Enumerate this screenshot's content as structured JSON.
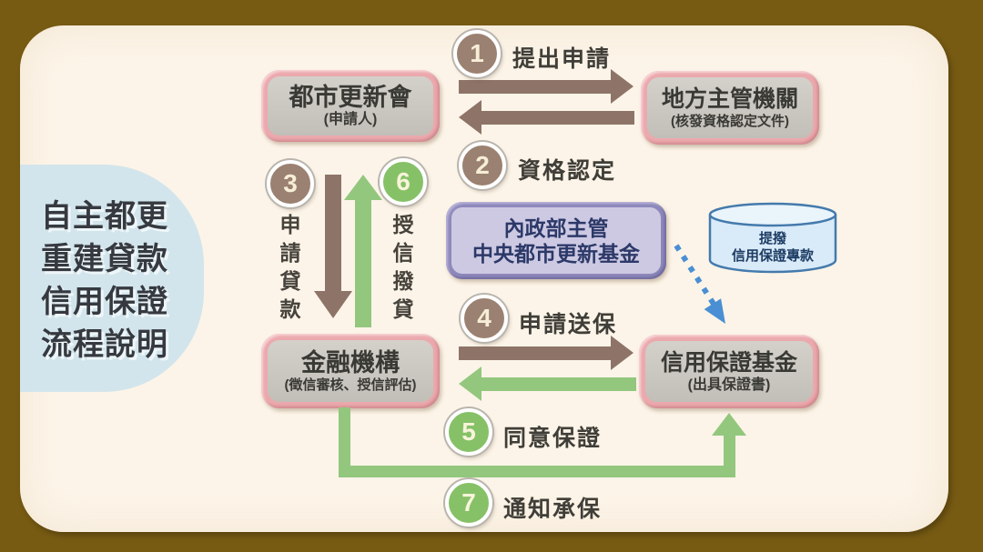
{
  "title": {
    "lines": [
      "自主都更",
      "重建貸款",
      "信用保證",
      "流程說明"
    ]
  },
  "nodes": {
    "urban_renewal_association": {
      "title": "都市更新會",
      "subtitle": "(申請人)"
    },
    "local_authority": {
      "title": "地方主管機關",
      "subtitle": "(核發資格認定文件)"
    },
    "central_urban_renewal_fund": {
      "line1": "內政部主管",
      "line2": "中央都市更新基金"
    },
    "credit_guarantee_reserve": {
      "line1": "提撥",
      "line2": "信用保證專款"
    },
    "financial_institution": {
      "title": "金融機構",
      "subtitle": "(徵信審核、授信評估)"
    },
    "credit_guarantee_fund": {
      "title": "信用保證基金",
      "subtitle": "(出具保證書)"
    }
  },
  "steps": [
    {
      "num": "1",
      "label": "提出申請"
    },
    {
      "num": "2",
      "label": "資格認定"
    },
    {
      "num": "3",
      "label": "申請貸款"
    },
    {
      "num": "4",
      "label": "申請送保"
    },
    {
      "num": "5",
      "label": "同意保證"
    },
    {
      "num": "6",
      "label": "授信撥貸"
    },
    {
      "num": "7",
      "label": "通知承保"
    }
  ],
  "colors": {
    "frame_brown": "#775B13",
    "panel_cream": "#FCF4E8",
    "blob_blue": "#D3E5EC",
    "box_border_pink": "#EBA9AD",
    "box_fill_gray": "#CAC6C0",
    "arrow_brown": "#8E7468",
    "arrow_green": "#93C77E",
    "circle_brown": "#9B8171",
    "circle_green": "#86C167",
    "center_box_border_purple": "#8E89BB",
    "center_box_fill": "#CDC9E3",
    "center_box_text": "#2C3968",
    "cylinder_fill": "#D9EAF8",
    "cylinder_border": "#447AAC",
    "dotted_arrow_blue": "#4A8FD3"
  }
}
